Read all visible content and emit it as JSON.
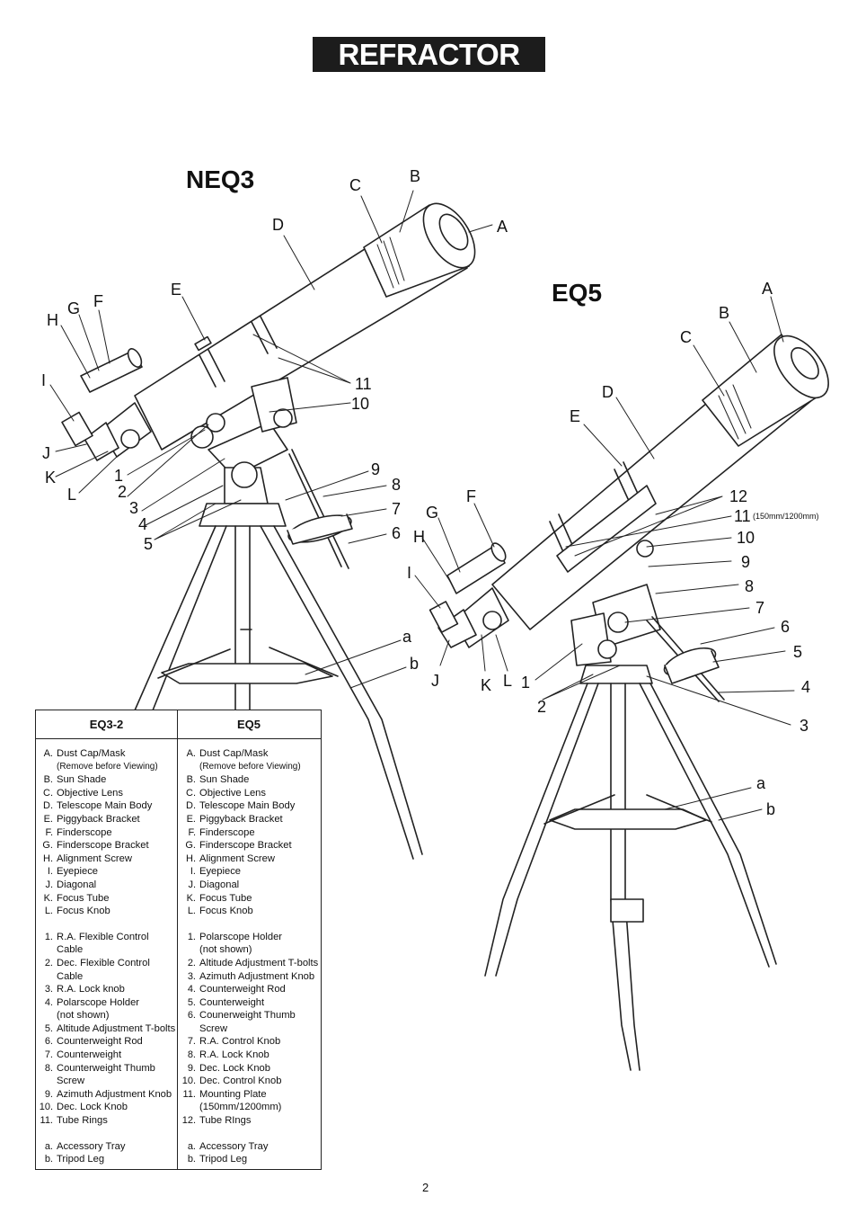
{
  "header": {
    "title": "REFRACTOR"
  },
  "neq3": {
    "title": "NEQ3",
    "callouts": {
      "A": "A",
      "B": "B",
      "C": "C",
      "D": "D",
      "E": "E",
      "F": "F",
      "G": "G",
      "H": "H",
      "I": "I",
      "J": "J",
      "K": "K",
      "L": "L",
      "n1": "1",
      "n2": "2",
      "n3": "3",
      "n4": "4",
      "n5": "5",
      "n6": "6",
      "n7": "7",
      "n8": "8",
      "n9": "9",
      "n10": "10",
      "n11": "11",
      "a": "a",
      "b": "b"
    }
  },
  "eq5": {
    "title": "EQ5",
    "callouts": {
      "A": "A",
      "B": "B",
      "C": "C",
      "D": "D",
      "E": "E",
      "F": "F",
      "G": "G",
      "H": "H",
      "I": "I",
      "J": "J",
      "K": "K",
      "L": "L",
      "n1": "1",
      "n2": "2",
      "n3": "3",
      "n4": "4",
      "n5": "5",
      "n6": "6",
      "n7": "7",
      "n8": "8",
      "n9": "9",
      "n10": "10",
      "n11": "11",
      "n12": "12",
      "n11_note": "(150mm/1200mm)",
      "a": "a",
      "b": "b"
    }
  },
  "legend": {
    "col1_title": "EQ3-2",
    "col2_title": "EQ5",
    "col1_letters": [
      {
        "key": "A.",
        "text": "Dust Cap/Mask",
        "sub": "(Remove before Viewing)"
      },
      {
        "key": "B.",
        "text": "Sun Shade"
      },
      {
        "key": "C.",
        "text": "Objective Lens"
      },
      {
        "key": "D.",
        "text": "Telescope Main Body"
      },
      {
        "key": "E.",
        "text": "Piggyback Bracket"
      },
      {
        "key": "F.",
        "text": "Finderscope"
      },
      {
        "key": "G.",
        "text": "Finderscope Bracket"
      },
      {
        "key": "H.",
        "text": "Alignment Screw"
      },
      {
        "key": "I.",
        "text": "Eyepiece"
      },
      {
        "key": "J.",
        "text": "Diagonal"
      },
      {
        "key": "K.",
        "text": "Focus Tube"
      },
      {
        "key": "L.",
        "text": "Focus Knob"
      }
    ],
    "col1_numbers": [
      {
        "key": "1.",
        "text": "R.A. Flexible Control",
        "sub": "Cable"
      },
      {
        "key": "2.",
        "text": "Dec. Flexible Control",
        "sub": "Cable"
      },
      {
        "key": "3.",
        "text": "R.A. Lock knob"
      },
      {
        "key": "4.",
        "text": "Polarscope Holder",
        "sub": "(not shown)"
      },
      {
        "key": "5.",
        "text": "Altitude Adjustment T-bolts"
      },
      {
        "key": "6.",
        "text": "Counterweight Rod"
      },
      {
        "key": "7.",
        "text": "Counterweight"
      },
      {
        "key": "8.",
        "text": "Counterweight Thumb",
        "sub": "Screw"
      },
      {
        "key": "9.",
        "text": "Azimuth Adjustment Knob"
      },
      {
        "key": "10.",
        "text": "Dec. Lock Knob"
      },
      {
        "key": "11.",
        "text": "Tube Rings"
      }
    ],
    "col1_small": [
      {
        "key": "a.",
        "text": "Accessory Tray"
      },
      {
        "key": "b.",
        "text": "Tripod Leg"
      }
    ],
    "col2_letters": [
      {
        "key": "A.",
        "text": "Dust Cap/Mask",
        "sub": "(Remove before Viewing)"
      },
      {
        "key": "B.",
        "text": "Sun Shade"
      },
      {
        "key": "C.",
        "text": "Objective Lens"
      },
      {
        "key": "D.",
        "text": "Telescope Main Body"
      },
      {
        "key": "E.",
        "text": "Piggyback Bracket"
      },
      {
        "key": "F.",
        "text": "Finderscope"
      },
      {
        "key": "G.",
        "text": "Finderscope Bracket"
      },
      {
        "key": "H.",
        "text": "Alignment Screw"
      },
      {
        "key": "I.",
        "text": "Eyepiece"
      },
      {
        "key": "J.",
        "text": "Diagonal"
      },
      {
        "key": "K.",
        "text": "Focus Tube"
      },
      {
        "key": "L.",
        "text": "Focus Knob"
      }
    ],
    "col2_numbers": [
      {
        "key": "1.",
        "text": "Polarscope Holder",
        "sub": "(not shown)"
      },
      {
        "key": "2.",
        "text": "Altitude Adjustment T-bolts"
      },
      {
        "key": "3.",
        "text": "Azimuth Adjustment Knob"
      },
      {
        "key": "4.",
        "text": "Counterweight Rod"
      },
      {
        "key": "5.",
        "text": "Counterweight"
      },
      {
        "key": "6.",
        "text": "Counerweight Thumb",
        "sub": "Screw"
      },
      {
        "key": "7.",
        "text": "R.A. Control Knob"
      },
      {
        "key": "8.",
        "text": "R.A. Lock Knob"
      },
      {
        "key": "9.",
        "text": "Dec. Lock Knob"
      },
      {
        "key": "10.",
        "text": "Dec. Control Knob"
      },
      {
        "key": "11.",
        "text": "Mounting Plate",
        "sub": "(150mm/1200mm)"
      },
      {
        "key": "12.",
        "text": "Tube RIngs"
      }
    ],
    "col2_small": [
      {
        "key": "a.",
        "text": "Accessory Tray"
      },
      {
        "key": "b.",
        "text": "Tripod Leg"
      }
    ]
  },
  "footer": {
    "page_number": "2"
  }
}
